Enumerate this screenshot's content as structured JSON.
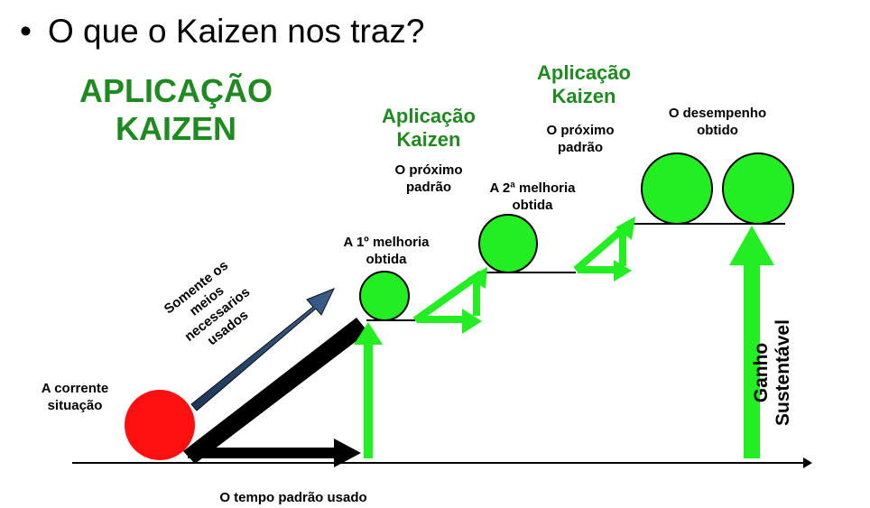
{
  "title": {
    "bullet": "•",
    "text": "O que o Kaizen nos traz?"
  },
  "heading": {
    "line1": "APLICAÇÃO",
    "line2": "KAIZEN"
  },
  "applications": [
    {
      "line1": "Aplicação",
      "line2": "Kaizen"
    },
    {
      "line1": "Aplicação",
      "line2": "Kaizen"
    }
  ],
  "labels": {
    "current_line1": "A corrente",
    "current_line2": "situação",
    "means_line1": "Somente os",
    "means_line2": "meios",
    "means_line3": "necessarios",
    "means_line4": "usados",
    "first_line1": "A 1º melhoria",
    "first_line2": "obtida",
    "next1_line1": "O próximo",
    "next1_line2": "padrão",
    "second_line1": "A 2ª melhoria",
    "second_line2": "obtida",
    "next2_line1": "O próximo",
    "next2_line2": "padrão",
    "perf_line1": "O desempenho",
    "perf_line2": "obtido",
    "time": "O tempo padrão  usado",
    "gain": "Ganho Sustentável"
  },
  "colors": {
    "green": "#1f8a1f",
    "bright_green": "#22ee22",
    "red": "#ff1010",
    "navy": "#1f3a5f"
  }
}
